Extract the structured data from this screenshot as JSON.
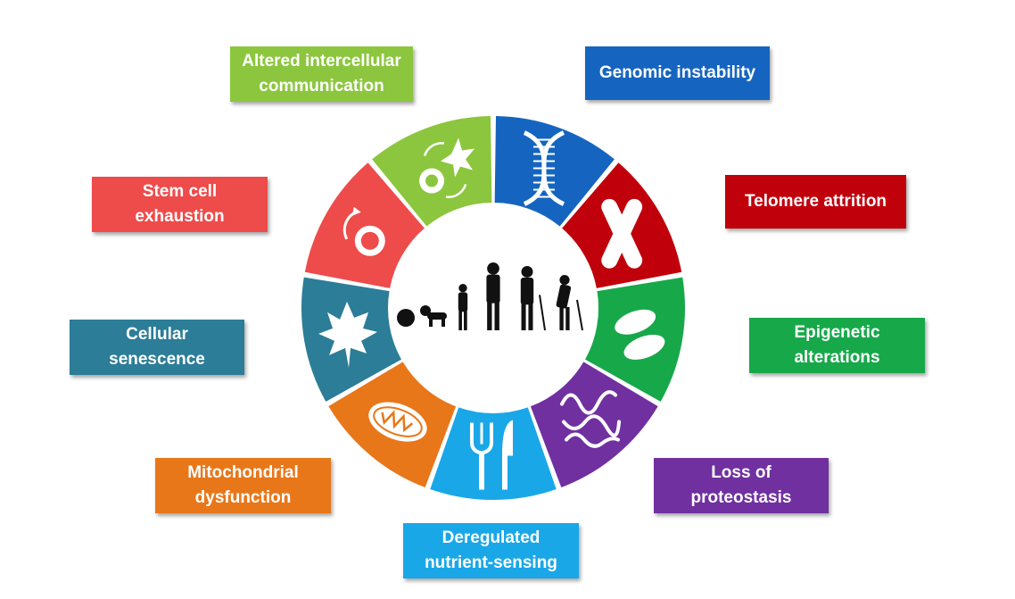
{
  "hallmarks": [
    {
      "id": "genomic-instability",
      "lines": [
        "Genomic instability"
      ],
      "color": "#1565c0",
      "icon": "dna-icon"
    },
    {
      "id": "telomere-attrition",
      "lines": [
        "Telomere attrition"
      ],
      "color": "#c0000b",
      "icon": "chromosome-icon"
    },
    {
      "id": "epigenetic-alterations",
      "lines": [
        "Epigenetic",
        "alterations"
      ],
      "color": "#17a84a",
      "icon": "nucleosome-icon"
    },
    {
      "id": "loss-of-proteostasis",
      "lines": [
        "Loss of",
        "proteostasis"
      ],
      "color": "#7030a0",
      "icon": "protein-icon"
    },
    {
      "id": "deregulated-nutrient-sensing",
      "lines": [
        "Deregulated",
        "nutrient-sensing"
      ],
      "color": "#1aa7e8",
      "icon": "fork-knife-icon"
    },
    {
      "id": "mitochondrial-dysfunction",
      "lines": [
        "Mitochondrial",
        "dysfunction"
      ],
      "color": "#e8771a",
      "icon": "mitochondrion-icon"
    },
    {
      "id": "cellular-senescence",
      "lines": [
        "Cellular",
        "senescence"
      ],
      "color": "#2c7d97",
      "icon": "leaf-icon"
    },
    {
      "id": "stem-cell-exhaustion",
      "lines": [
        "Stem cell",
        "exhaustion"
      ],
      "color": "#ee4b4b",
      "icon": "stem-cell-icon"
    },
    {
      "id": "altered-intercellular-communication",
      "lines": [
        "Altered intercellular",
        "communication"
      ],
      "color": "#8cc63e",
      "icon": "cell-communication-icon"
    }
  ],
  "center": {
    "icon": "human-aging-silhouettes-icon",
    "color": "#111111"
  }
}
